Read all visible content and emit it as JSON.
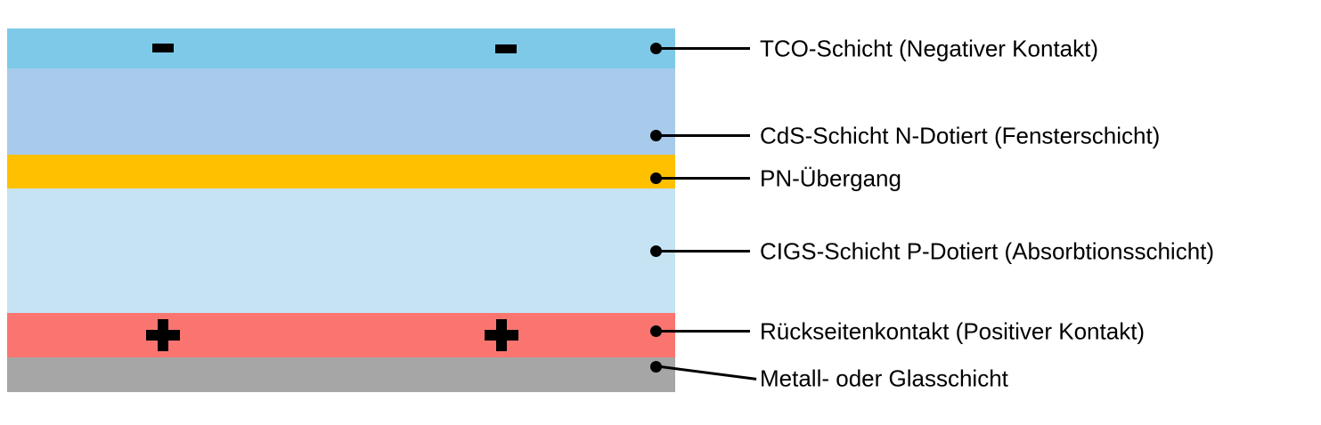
{
  "layers": [
    {
      "id": "tco",
      "label": "TCO-Schicht (Negativer Kontakt)",
      "color": "#7EC9E8",
      "sign": "minus",
      "sign_glyph": "−"
    },
    {
      "id": "cds",
      "label": "CdS-Schicht N-Dotiert (Fensterschicht)",
      "color": "#A8CAEB",
      "sign": "",
      "sign_glyph": ""
    },
    {
      "id": "pn",
      "label": "PN-Übergang",
      "color": "#FFC000",
      "sign": "",
      "sign_glyph": ""
    },
    {
      "id": "cigs",
      "label": "CIGS-Schicht P-Dotiert (Absorbtionsschicht)",
      "color": "#C5E3F2",
      "sign": "",
      "sign_glyph": ""
    },
    {
      "id": "back",
      "label": "Rückseitenkontakt (Positiver Kontakt)",
      "color": "#FA7570",
      "sign": "plus",
      "sign_glyph": "+"
    },
    {
      "id": "base",
      "label": "Metall- oder Glasschicht",
      "color": "#A6A6A6",
      "sign": "",
      "sign_glyph": ""
    }
  ],
  "connector": {
    "color": "#000000"
  },
  "background": "#FFFFFF"
}
